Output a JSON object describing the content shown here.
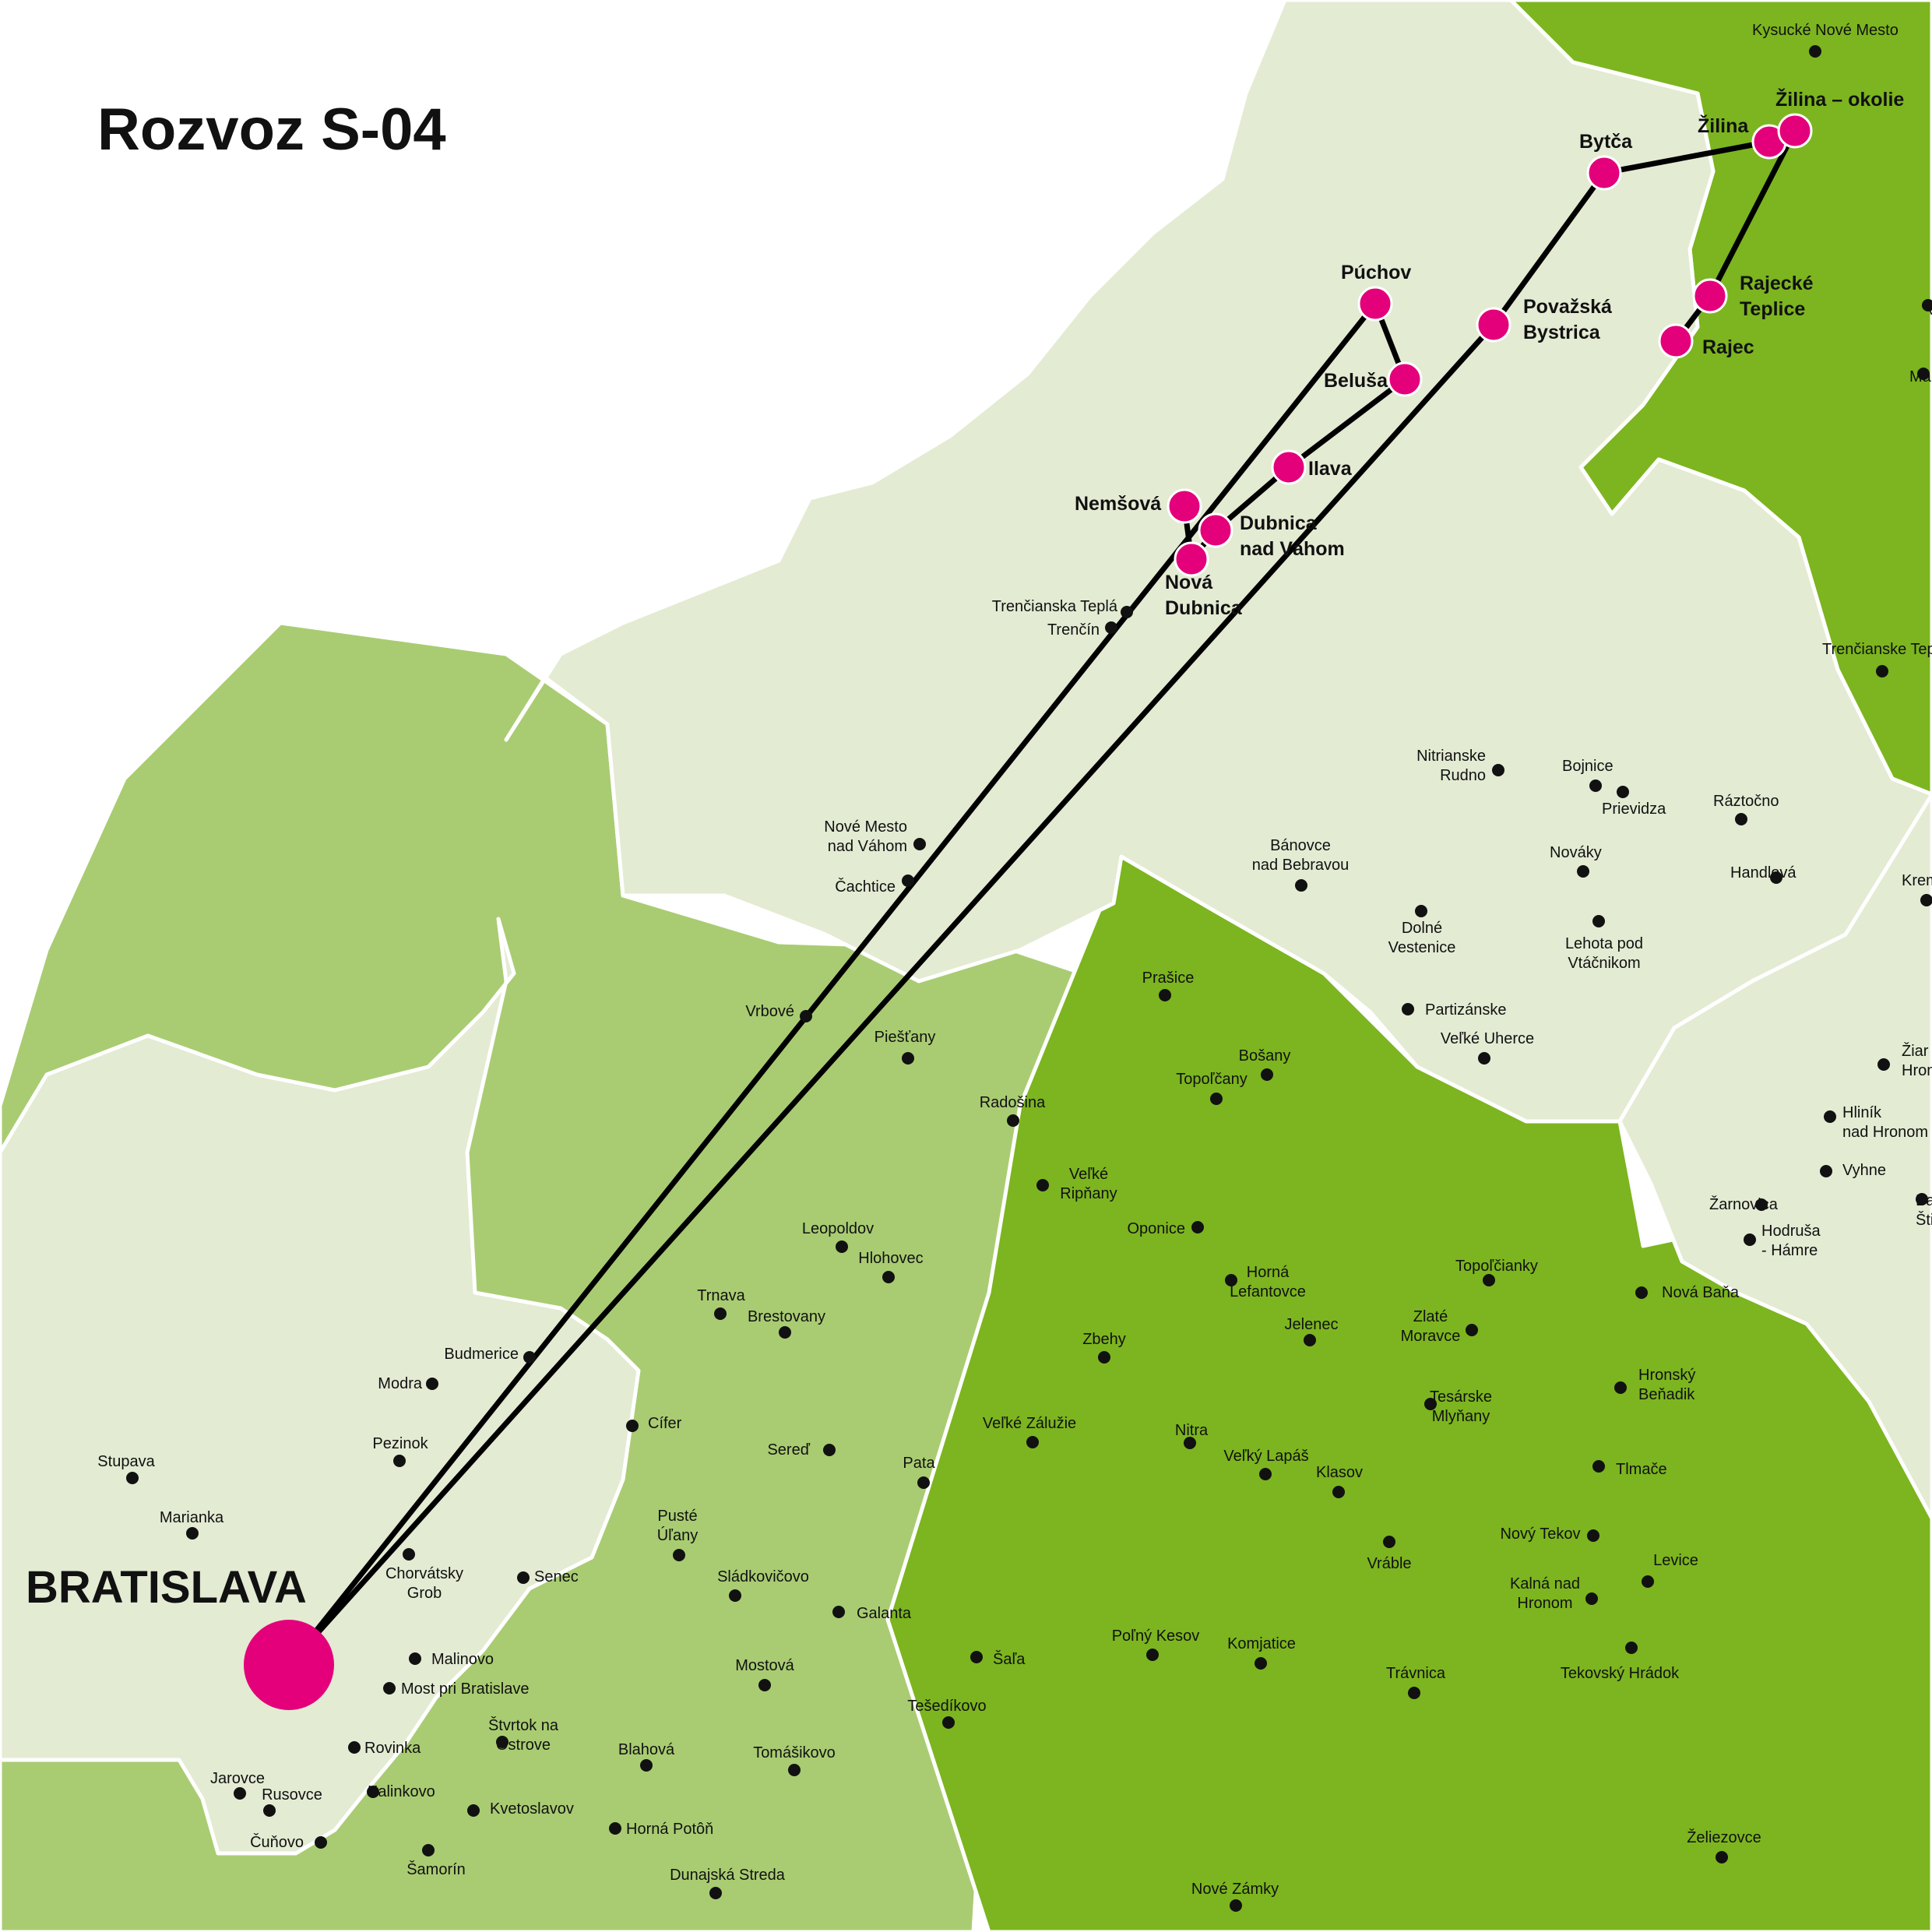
{
  "title": "Rozvoz S-04",
  "depot": {
    "label": "BRATISLAVA"
  },
  "colors": {
    "background": "#ffffff",
    "region_light": "#e3ebd3",
    "region_mid": "#a9cc72",
    "region_dark": "#7cb51f",
    "border": "#ffffff",
    "stop": "#e3007a",
    "route": "#000000",
    "town_dot": "#111111"
  },
  "stops": [
    {
      "id": "bytca",
      "label": [
        "Bytča"
      ]
    },
    {
      "id": "zilina",
      "label": [
        "Žilina"
      ]
    },
    {
      "id": "zilina_okolie",
      "label": [
        "Žilina – okolie"
      ]
    },
    {
      "id": "rajecke_teplice",
      "label": [
        "Rajecké",
        "Teplice"
      ]
    },
    {
      "id": "rajec",
      "label": [
        "Rajec"
      ]
    },
    {
      "id": "povazska_bystrica",
      "label": [
        "Považská",
        "Bystrica"
      ]
    },
    {
      "id": "puchov",
      "label": [
        "Púchov"
      ]
    },
    {
      "id": "belusa",
      "label": [
        "Beluša"
      ]
    },
    {
      "id": "ilava",
      "label": [
        "Ilava"
      ]
    },
    {
      "id": "nemsova",
      "label": [
        "Nemšová"
      ]
    },
    {
      "id": "dubnica",
      "label": [
        "Dubnica",
        "nad Váhom"
      ]
    },
    {
      "id": "nova_dubnica",
      "label": [
        "Nová",
        "Dubnica"
      ]
    }
  ],
  "routes": [
    {
      "name": "loop-north",
      "stops": [
        "bratislava",
        "povazska_bystrica",
        "bytca",
        "zilina",
        "zilina_okolie",
        "rajecke_teplice",
        "rajec"
      ]
    },
    {
      "name": "loop-trencin",
      "stops": [
        "bratislava",
        "puchov",
        "belusa",
        "ilava",
        "dubnica",
        "nova_dubnica",
        "nemsova"
      ]
    }
  ],
  "towns": [
    {
      "label": [
        "Kysucké Nové Mesto"
      ]
    },
    {
      "label": [
        "Trenčianska Teplá"
      ]
    },
    {
      "label": [
        "Trenčín"
      ]
    },
    {
      "label": [
        "Trenčianske Tep"
      ]
    },
    {
      "label": [
        "Nitrianske",
        "Rudno"
      ]
    },
    {
      "label": [
        "Bojnice"
      ]
    },
    {
      "label": [
        "Prievidza"
      ]
    },
    {
      "label": [
        "Ráztočno"
      ]
    },
    {
      "label": [
        "Bánovce",
        "nad Bebravou"
      ]
    },
    {
      "label": [
        "Nováky"
      ]
    },
    {
      "label": [
        "Handlová"
      ]
    },
    {
      "label": [
        "Nové Mesto",
        "nad Váhom"
      ]
    },
    {
      "label": [
        "Čachtice"
      ]
    },
    {
      "label": [
        "Dolné",
        "Vestenice"
      ]
    },
    {
      "label": [
        "Lehota pod",
        "Vtáčnikom"
      ]
    },
    {
      "label": [
        "Partizánske"
      ]
    },
    {
      "label": [
        "Veľké Uherce"
      ]
    },
    {
      "label": [
        "Prašice"
      ]
    },
    {
      "label": [
        "Vrbové"
      ]
    },
    {
      "label": [
        "Piešťany"
      ]
    },
    {
      "label": [
        "Bošany"
      ]
    },
    {
      "label": [
        "Topoľčany"
      ]
    },
    {
      "label": [
        "Radošina"
      ]
    },
    {
      "label": [
        "Veľké",
        "Ripňany"
      ]
    },
    {
      "label": [
        "Oponice"
      ]
    },
    {
      "label": [
        "Leopoldov"
      ]
    },
    {
      "label": [
        "Hlohovec"
      ]
    },
    {
      "label": [
        "Horná",
        "Lefantovce"
      ]
    },
    {
      "label": [
        "Topoľčianky"
      ]
    },
    {
      "label": [
        "Trnava"
      ]
    },
    {
      "label": [
        "Brestovany"
      ]
    },
    {
      "label": [
        "Jelenec"
      ]
    },
    {
      "label": [
        "Zlaté",
        "Moravce"
      ]
    },
    {
      "label": [
        "Zbehy"
      ]
    },
    {
      "label": [
        "Budmerice"
      ]
    },
    {
      "label": [
        "Modra"
      ]
    },
    {
      "label": [
        "Cífer"
      ]
    },
    {
      "label": [
        "Tesárske",
        "Mlyňany"
      ]
    },
    {
      "label": [
        "Hronský",
        "Beňadik"
      ]
    },
    {
      "label": [
        "Sereď"
      ]
    },
    {
      "label": [
        "Pata"
      ]
    },
    {
      "label": [
        "Veľké Zálužie"
      ]
    },
    {
      "label": [
        "Nitra"
      ]
    },
    {
      "label": [
        "Veľký Lapáš"
      ]
    },
    {
      "label": [
        "Klasov"
      ]
    },
    {
      "label": [
        "Tlmače"
      ]
    },
    {
      "label": [
        "Pezinok"
      ]
    },
    {
      "label": [
        "Stupava"
      ]
    },
    {
      "label": [
        "Marianka"
      ]
    },
    {
      "label": [
        "Pusté",
        "Úľany"
      ]
    },
    {
      "label": [
        "Chorvátsky",
        "Grob"
      ]
    },
    {
      "label": [
        "Senec"
      ]
    },
    {
      "label": [
        "Sládkovičovo"
      ]
    },
    {
      "label": [
        "Galanta"
      ]
    },
    {
      "label": [
        "Vráble"
      ]
    },
    {
      "label": [
        "Nový Tekov"
      ]
    },
    {
      "label": [
        "Levice"
      ]
    },
    {
      "label": [
        "Kalná nad",
        "Hronom"
      ]
    },
    {
      "label": [
        "Malinovo"
      ]
    },
    {
      "label": [
        "Most pri Bratislave"
      ]
    },
    {
      "label": [
        "Mostová"
      ]
    },
    {
      "label": [
        "Šaľa"
      ]
    },
    {
      "label": [
        "Poľný Kesov"
      ]
    },
    {
      "label": [
        "Komjatice"
      ]
    },
    {
      "label": [
        "Trávnica"
      ]
    },
    {
      "label": [
        "Tekovský Hrádok"
      ]
    },
    {
      "label": [
        "Tešedíkovo"
      ]
    },
    {
      "label": [
        "Štvrtok na",
        "Ostrove"
      ]
    },
    {
      "label": [
        "Rovinka"
      ]
    },
    {
      "label": [
        "Blahová"
      ]
    },
    {
      "label": [
        "Tomášikovo"
      ]
    },
    {
      "label": [
        "Jarovce"
      ]
    },
    {
      "label": [
        "Rusovce"
      ]
    },
    {
      "label": [
        "Kalinkovo"
      ]
    },
    {
      "label": [
        "Kvetoslavov"
      ]
    },
    {
      "label": [
        "Horná Potôň"
      ]
    },
    {
      "label": [
        "Čuňovo"
      ]
    },
    {
      "label": [
        "Šamorín"
      ]
    },
    {
      "label": [
        "Dunajská Streda"
      ]
    },
    {
      "label": [
        "Nové Zámky"
      ]
    },
    {
      "label": [
        "Želiezovce"
      ]
    },
    {
      "label": [
        "Žiar",
        "Hron"
      ]
    },
    {
      "label": [
        "Hliník",
        "nad Hronom"
      ]
    },
    {
      "label": [
        "Vyhne"
      ]
    },
    {
      "label": [
        "Žarnovica"
      ]
    },
    {
      "label": [
        "Hodruša",
        "- Hámre"
      ]
    },
    {
      "label": [
        "Nová Baňa"
      ]
    },
    {
      "label": [
        "Ba",
        "Šti"
      ]
    },
    {
      "label": [
        "Krem"
      ]
    },
    {
      "label": [
        "Mar"
      ]
    },
    {
      "label": [
        "V"
      ]
    }
  ]
}
